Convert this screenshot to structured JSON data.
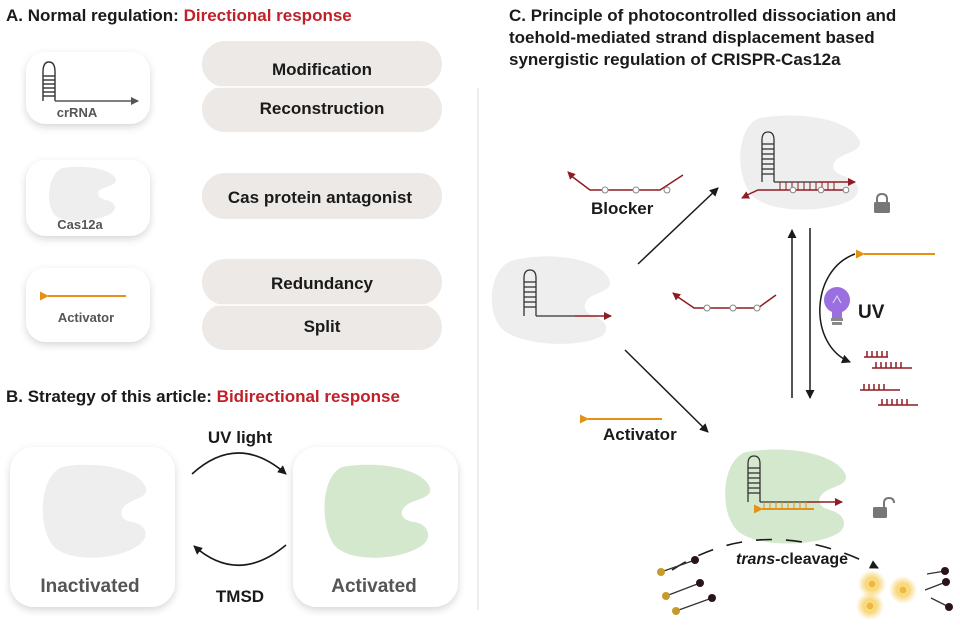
{
  "colors": {
    "accent_red": "#c0202a",
    "dna_red": "#8e1c22",
    "activator_orange": "#e59117",
    "pill_gray": "#ece9e6",
    "protein_gray": "#eeeeee",
    "protein_green": "#d3e8cc",
    "text_dark": "#1a1a1a",
    "text_gray": "#555555",
    "bulb_purple": "#9a6fe0"
  },
  "panel_a": {
    "title_prefix": "A.  Normal regulation: ",
    "title_highlight": "Directional response",
    "cards": [
      {
        "label": "crRNA"
      },
      {
        "label": "Cas12a"
      },
      {
        "label": "Activator"
      }
    ],
    "pills": [
      "Modification",
      "Reconstruction",
      "Cas protein antagonist",
      "Redundancy",
      "Split"
    ]
  },
  "panel_b": {
    "title_prefix": "B. Strategy of this article: ",
    "title_highlight": "Bidirectional response",
    "state_left": "Inactivated",
    "state_right": "Activated",
    "forward_label": "UV light",
    "reverse_label": "TMSD"
  },
  "panel_c": {
    "title_lines": [
      "C. Principle of photocontrolled dissociation and",
      "toehold-mediated strand displacement based",
      "synergistic regulation of CRISPR-Cas12a"
    ],
    "blocker_label": "Blocker",
    "activator_label": "Activator",
    "uv_label": "UV",
    "trans_italic": "trans",
    "trans_rest": "-cleavage",
    "locked_icon": "lock-closed-icon",
    "unlocked_icon": "lock-open-icon",
    "bulb_icon": "lightbulb-icon"
  }
}
